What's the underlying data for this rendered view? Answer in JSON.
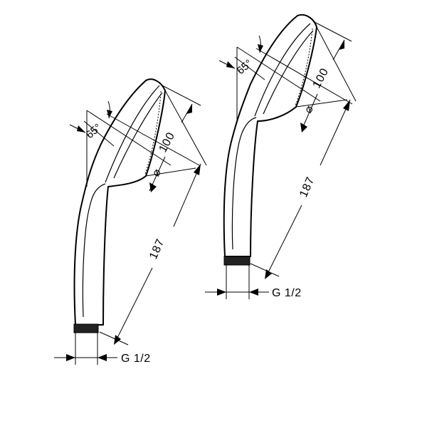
{
  "drawing": {
    "shower_left": {
      "angle_label": "65°",
      "face_length_label": "100",
      "diameter_label": "⌀",
      "total_length_label": "187",
      "thread_label": "G 1/2"
    },
    "shower_right": {
      "angle_label": "65°",
      "face_length_label": "100",
      "diameter_label": "⌀",
      "total_length_label": "187",
      "thread_label": "G 1/2"
    },
    "colors": {
      "line": "#000000",
      "background": "#ffffff"
    }
  }
}
